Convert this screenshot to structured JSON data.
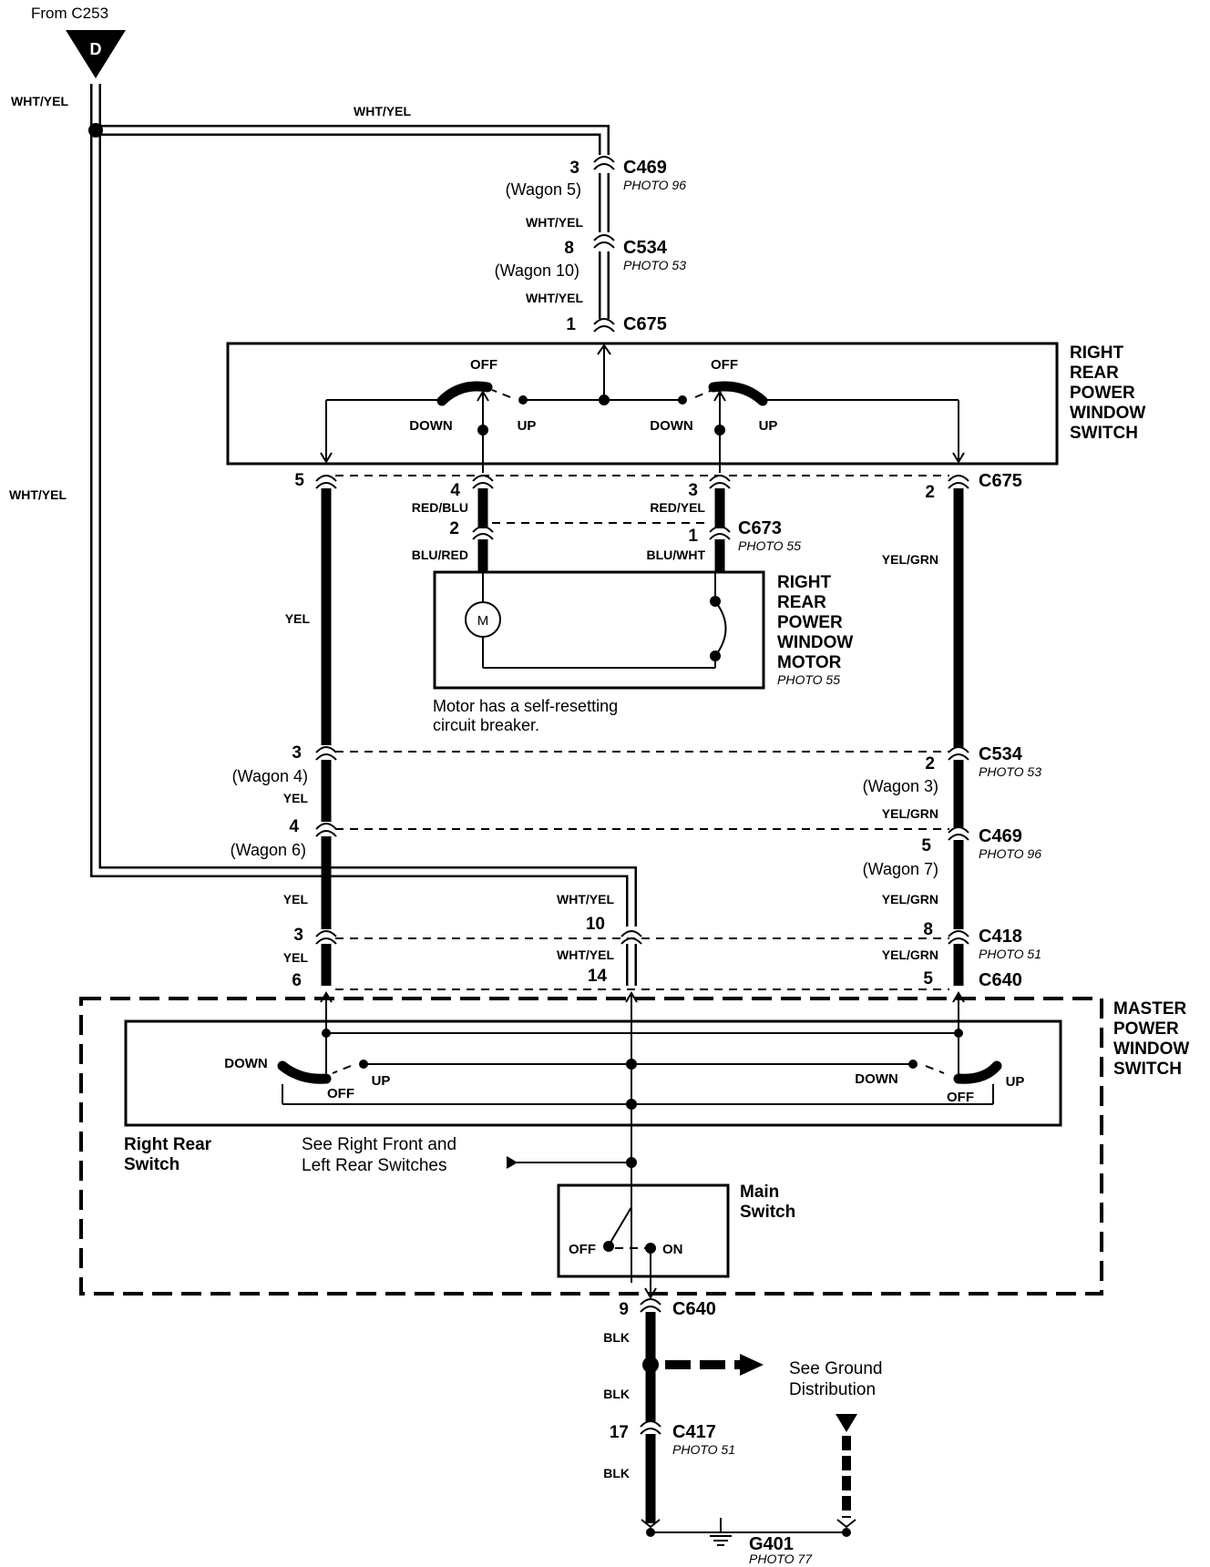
{
  "source": {
    "from_label": "From C253",
    "triangle_letter": "D"
  },
  "wires": {
    "wht_yel": "WHT/YEL",
    "yel": "YEL",
    "yel_grn": "YEL/GRN",
    "red_blu": "RED/BLU",
    "red_yel": "RED/YEL",
    "blu_red": "BLU/RED",
    "blu_wht": "BLU/WHT",
    "blk": "BLK"
  },
  "connectors": {
    "c469": {
      "name": "C469",
      "photo": "PHOTO 96",
      "pin_a": "3",
      "pin_a_wagon": "(Wagon 5)",
      "pin_b": "5",
      "pin_b_wagon": "(Wagon 7)",
      "pin_c": "4",
      "pin_c_wagon": "(Wagon 6)"
    },
    "c534": {
      "name": "C534",
      "photo": "PHOTO 53",
      "pin_a": "8",
      "pin_a_wagon": "(Wagon 10)",
      "pin_b": "2",
      "pin_b_wagon": "(Wagon 3)",
      "pin_c": "3",
      "pin_c_wagon": "(Wagon 4)"
    },
    "c675": {
      "name": "C675",
      "pin_1": "1",
      "pin_5": "5",
      "pin_4": "4",
      "pin_3": "3",
      "pin_2": "2"
    },
    "c673": {
      "name": "C673",
      "photo": "PHOTO 55",
      "pin_2": "2",
      "pin_1": "1"
    },
    "c418": {
      "name": "C418",
      "photo": "PHOTO 51",
      "pin_3": "3",
      "pin_10": "10",
      "pin_8": "8"
    },
    "c640": {
      "name": "C640",
      "pin_6": "6",
      "pin_14": "14",
      "pin_5": "5",
      "pin_9": "9"
    },
    "c417": {
      "name": "C417",
      "photo": "PHOTO 51",
      "pin_17": "17"
    },
    "g401": {
      "name": "G401",
      "photo": "PHOTO 77"
    }
  },
  "rr_switch": {
    "title_lines": [
      "RIGHT",
      "REAR",
      "POWER",
      "WINDOW",
      "SWITCH"
    ],
    "off": "OFF",
    "down": "DOWN",
    "up": "UP"
  },
  "motor": {
    "title_lines": [
      "RIGHT",
      "REAR",
      "POWER",
      "WINDOW",
      "MOTOR"
    ],
    "photo": "PHOTO 55",
    "symbol": "M",
    "note_lines": [
      "Motor has a self-resetting",
      "circuit breaker."
    ]
  },
  "master": {
    "title_lines": [
      "MASTER",
      "POWER",
      "WINDOW",
      "SWITCH"
    ],
    "down": "DOWN",
    "up": "UP",
    "off": "OFF",
    "rr_switch_lines": [
      "Right Rear",
      "Switch"
    ],
    "see_lines": [
      "See Right Front and",
      "Left Rear Switches"
    ],
    "main_lines": [
      "Main",
      "Switch"
    ],
    "main_off": "OFF",
    "main_on": "ON"
  },
  "ground": {
    "see_lines": [
      "See Ground",
      "Distribution"
    ]
  }
}
